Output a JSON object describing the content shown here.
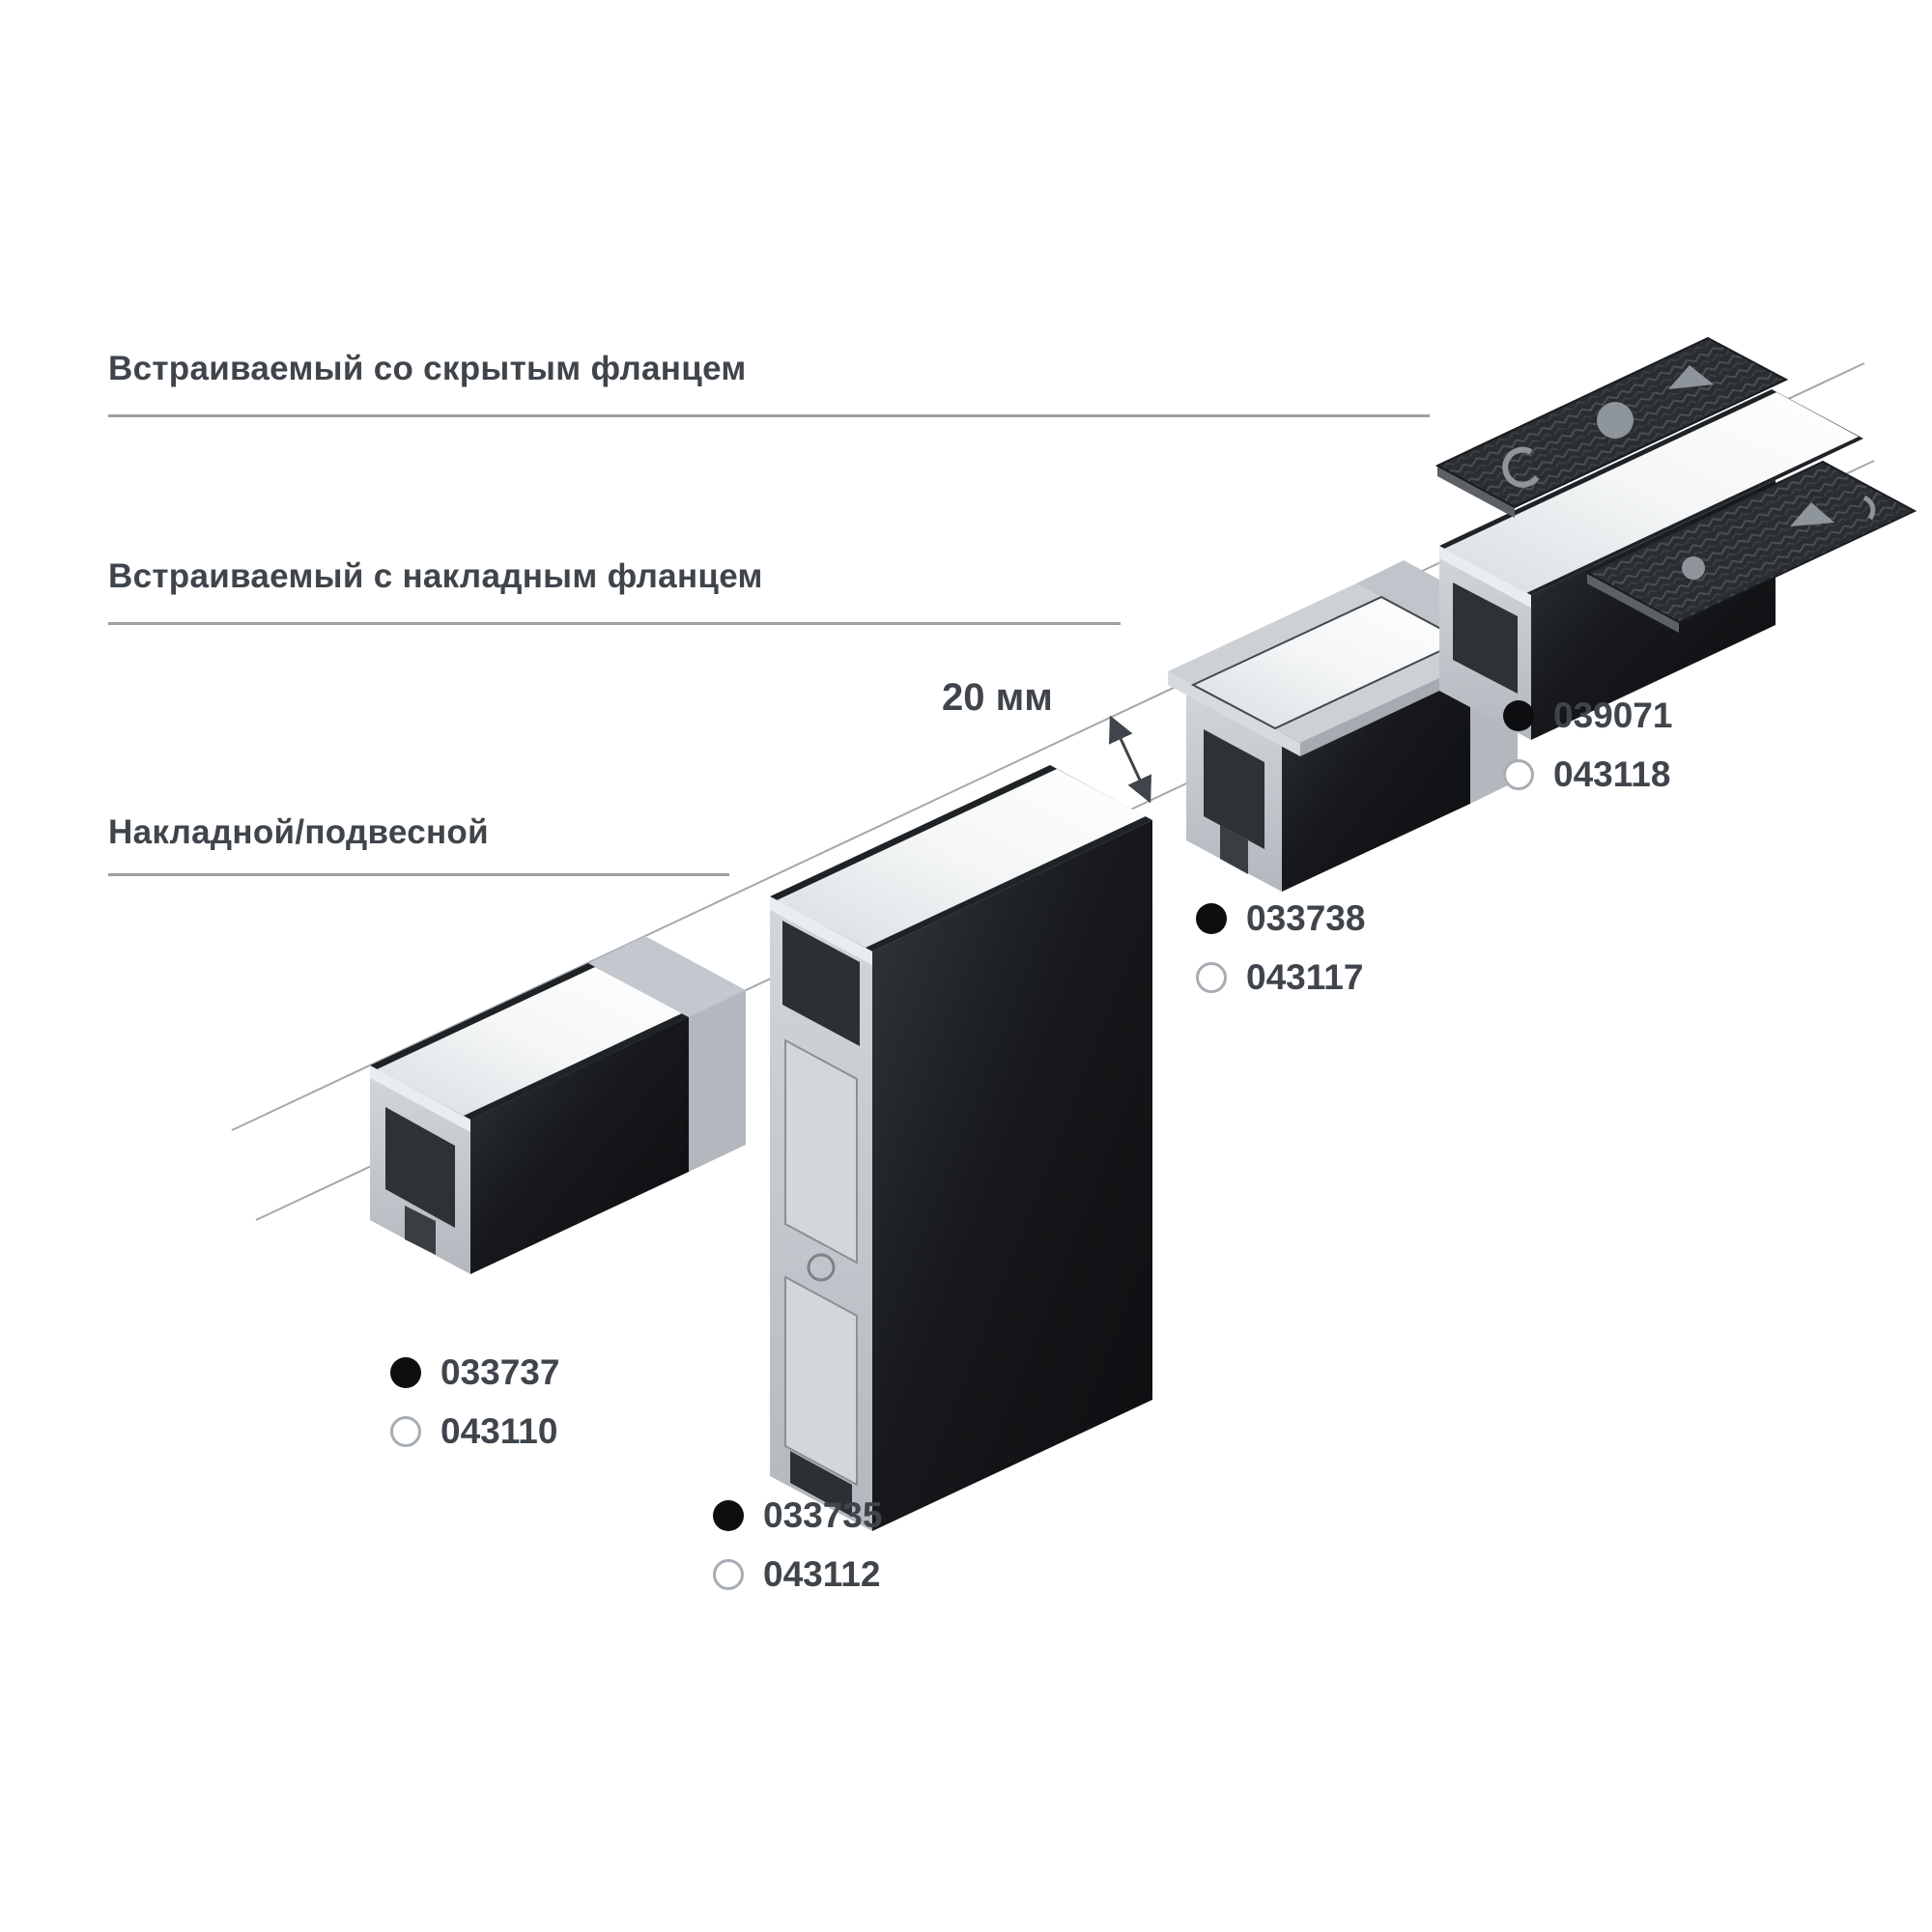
{
  "labels": {
    "recessed_hidden_flange": "Встраиваемый со скрытым фланцем",
    "recessed_surface_flange": "Встраиваемый с накладным фланцем",
    "surface_suspended": "Накладной/подвесной"
  },
  "dimension": {
    "width_label": "20 мм"
  },
  "products": {
    "surface_suspended": {
      "black_code": "033737",
      "white_code": "043110"
    },
    "tall_surface": {
      "black_code": "033735",
      "white_code": "043112"
    },
    "recessed_surface_flange": {
      "black_code": "033738",
      "white_code": "043117"
    },
    "recessed_hidden_flange": {
      "black_code": "039071",
      "white_code": "043118"
    }
  },
  "legend_icons": {
    "black_variant": "black-circle-swatch",
    "white_variant": "white-circle-swatch"
  },
  "colors": {
    "label-text": "#3f454b",
    "code-text": "#3f454b",
    "leader-line": "#9aa0a4",
    "black-swatch": "#0d0e10",
    "white-swatch-border": "#a7adb2",
    "diffuser": "#f2f4f6",
    "aluminum": "#c8cdd1",
    "anodized-black": "#17191c",
    "ceiling-panel": "#2a2d31"
  }
}
